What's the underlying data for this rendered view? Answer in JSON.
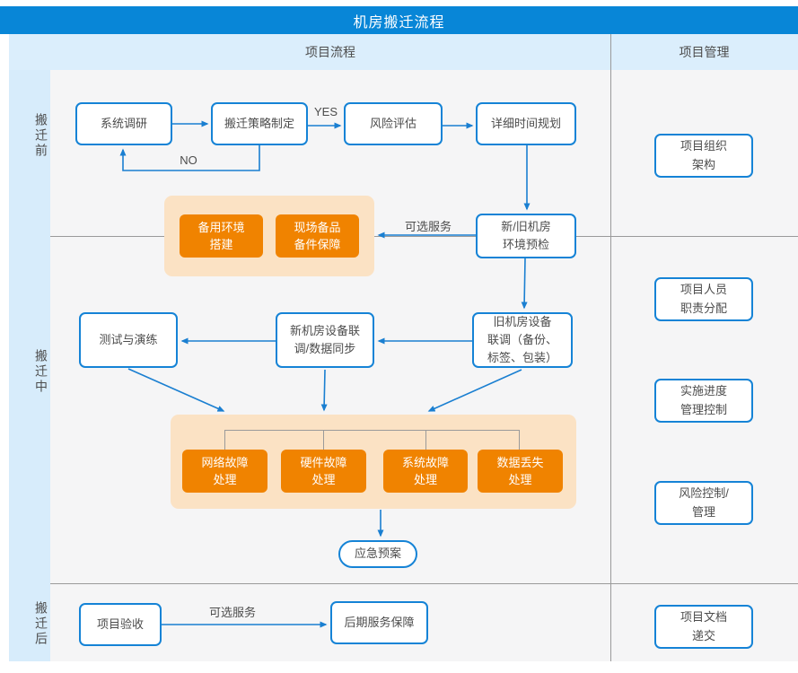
{
  "title": "机房搬迁流程",
  "header": {
    "process_col": "项目流程",
    "management_col": "项目管理"
  },
  "phases": {
    "before": "搬迁前",
    "during": "搬迁中",
    "after": "搬迁后"
  },
  "flow": {
    "system_research": "系统调研",
    "strategy": "搬迁策略制定",
    "risk_assessment": "风险评估",
    "time_planning": "详细时间规划",
    "backup_env": "备用环境\n搭建",
    "spare_parts": "现场备品\n备件保障",
    "env_precheck": "新/旧机房\n环境预检",
    "old_room_debug": "旧机房设备\n联调（备份、\n标签、包装）",
    "new_room_debug": "新机房设备联\n调/数据同步",
    "test_drill": "测试与演练",
    "network_fault": "网络故障\n处理",
    "hardware_fault": "硬件故障\n处理",
    "system_fault": "系统故障\n处理",
    "data_loss": "数据丢失\n处理",
    "emergency_plan": "应急预案",
    "acceptance": "项目验收",
    "post_service": "后期服务保障"
  },
  "edge_labels": {
    "yes": "YES",
    "no": "NO",
    "optional_service_1": "可选服务",
    "optional_service_2": "可选服务"
  },
  "management": {
    "org_structure": "项目组织\n架构",
    "responsibility": "项目人员\n职责分配",
    "progress_control": "实施进度\n管理控制",
    "risk_control": "风险控制/\n管理",
    "doc_submission": "项目文档\n递交"
  },
  "colors": {
    "primary_blue": "#0886d7",
    "node_border_blue": "#1583d6",
    "arrow_blue": "#1a7fd1",
    "orange": "#f08300",
    "light_orange": "#fbe2c4",
    "header_light_blue": "#dbeefc",
    "strip_light_blue": "#d7ecfb",
    "canvas_gray": "#f5f5f6",
    "grid_gray": "#9a9a9a"
  }
}
